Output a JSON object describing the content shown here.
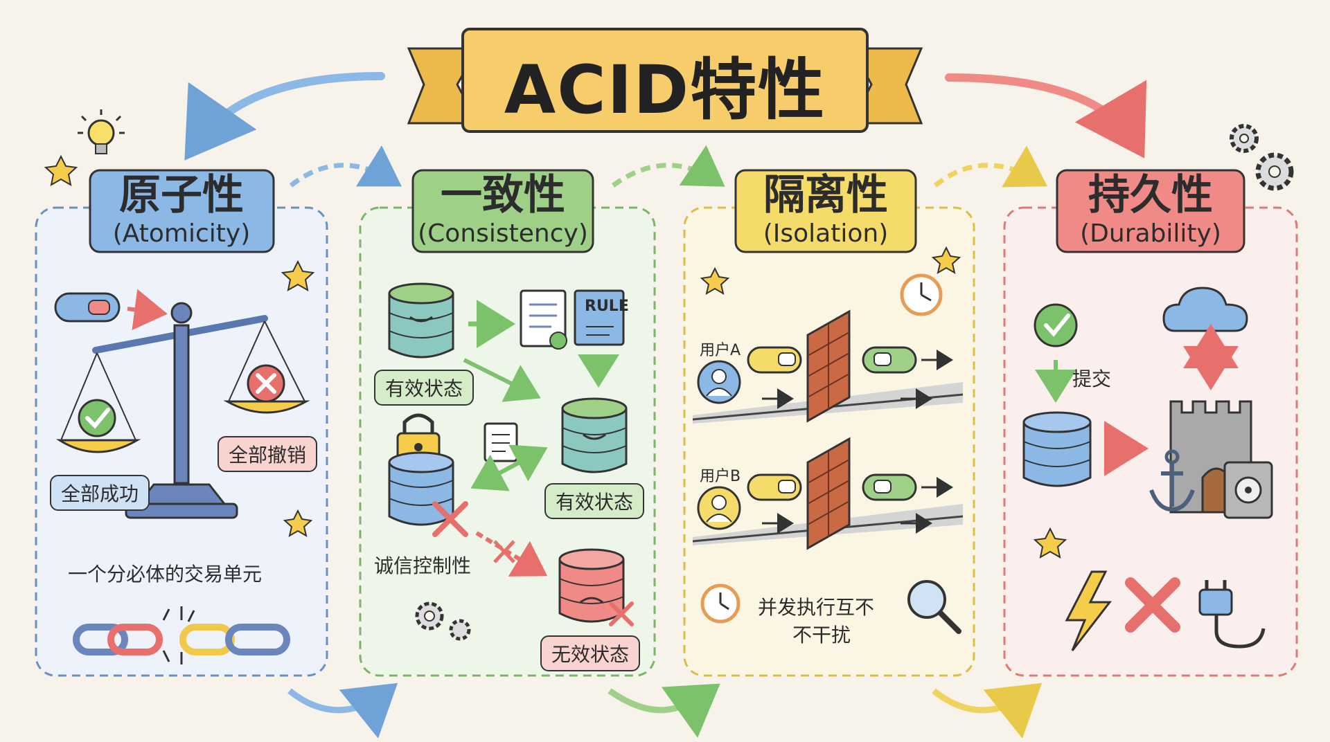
{
  "title": "ACID特性",
  "colors": {
    "background": "#f7f3ea",
    "banner": "#f6cd6a",
    "atomicity": "#8cb8e6",
    "consistency": "#9fd088",
    "isolation": "#f5dc6a",
    "durability": "#ef8a86"
  },
  "atomicity": {
    "name": "原子性",
    "sub": "(Atomicity)",
    "success": "全部成功",
    "rollback": "全部撤销",
    "caption": "一个分必体的交易单元",
    "icons": [
      "lightbulb-icon",
      "scale-icon",
      "check-icon",
      "cross-icon",
      "chain-icon",
      "star-icon"
    ]
  },
  "consistency": {
    "name": "一致性",
    "sub": "(Consistency)",
    "valid_state_1": "有效状态",
    "valid_state_2": "有效状态",
    "rule": "RULE",
    "control": "诚信控制性",
    "invalid_state": "无效状态",
    "icons": [
      "database-icon",
      "checklist-icon",
      "rule-book-icon",
      "lock-icon",
      "gear-icon"
    ]
  },
  "isolation": {
    "name": "隔离性",
    "sub": "(Isolation)",
    "user_a": "用户A",
    "user_b": "用户B",
    "caption_line1": "并发执行互不",
    "caption_line2": "不干扰",
    "icons": [
      "clock-icon",
      "user-icon",
      "brick-wall-icon",
      "magnifier-icon"
    ]
  },
  "durability": {
    "name": "持久性",
    "sub": "(Durability)",
    "commit": "提交",
    "icons": [
      "cloud-icon",
      "castle-icon",
      "anchor-icon",
      "safe-icon",
      "lightning-icon",
      "plug-icon",
      "gear-icon"
    ]
  }
}
